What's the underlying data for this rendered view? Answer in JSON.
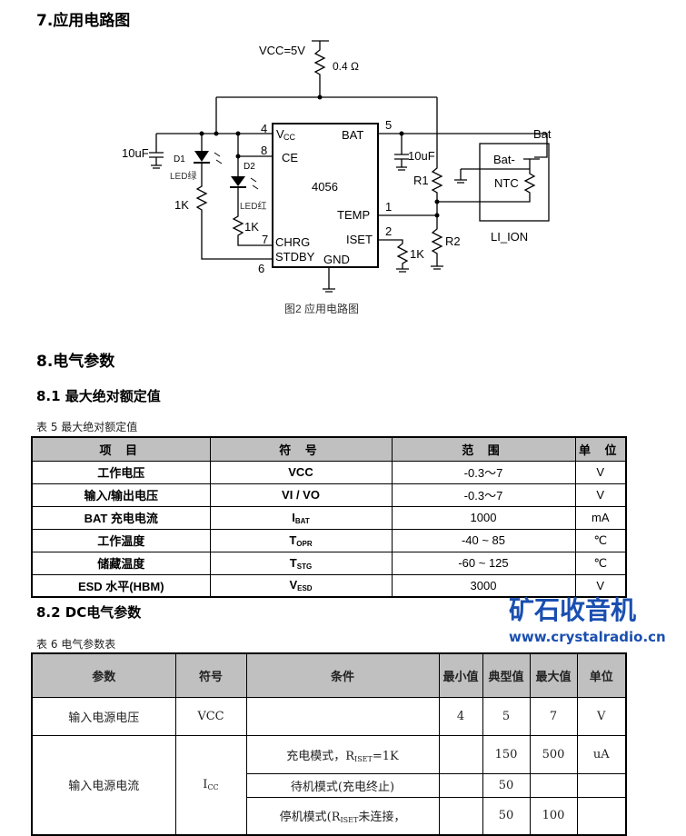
{
  "section7": {
    "title": "7.应用电路图"
  },
  "circuit": {
    "vcc": "VCC=5V",
    "r_sense": "0.4 Ω",
    "cap_in": "10uF",
    "d1": "D1",
    "d1_led": "LED绿",
    "d2": "D2",
    "d2_led": "LED红",
    "r_d1": "1K",
    "r_d2": "1K",
    "r_iset": "1K",
    "pin4": "4",
    "pin8": "8",
    "pin7": "7",
    "pin6": "6",
    "pin5": "5",
    "pin1": "1",
    "pin2": "2",
    "vcc_pin": "V",
    "vcc_sub": "CC",
    "ce": "CE",
    "chrg": "CHRG",
    "stdby": "STDBY",
    "gnd": "GND",
    "bat": "BAT",
    "temp": "TEMP",
    "iset": "ISET",
    "chip": "4056",
    "cap_out": "10uF",
    "r1": "R1",
    "r2": "R2",
    "bat_plus": "Bat",
    "bat_minus": "Bat-",
    "ntc": "NTC",
    "li_ion": "LI_ION",
    "caption": "图2  应用电路图"
  },
  "section8": {
    "title": "8.电气参数"
  },
  "section81": {
    "title": "8.1   最大绝对额定值",
    "table_caption": "表 5 最大绝对额定值",
    "headers": [
      "项 目",
      "符 号",
      "范 围",
      "单 位"
    ],
    "rows": [
      {
        "item": "工作电压",
        "sym": "VCC",
        "sub": "",
        "range": "-0.3～7",
        "unit": "V"
      },
      {
        "item": "输入/输出电压",
        "sym": "VI / VO",
        "sub": "",
        "range": "-0.3～7",
        "unit": "V"
      },
      {
        "item": "BAT 充电电流",
        "sym": "I",
        "sub": "BAT",
        "range": "1000",
        "unit": "mA"
      },
      {
        "item": "工作温度",
        "sym": "T",
        "sub": "OPR",
        "range": "-40 ~ 85",
        "unit": "℃"
      },
      {
        "item": "储藏温度",
        "sym": "T",
        "sub": "STG",
        "range": "-60 ~ 125",
        "unit": "℃"
      },
      {
        "item": "ESD 水平(HBM)",
        "sym": "V",
        "sub": "ESD",
        "range": "3000",
        "unit": "V"
      }
    ]
  },
  "section82": {
    "title": "8.2   DC电气参数",
    "table_caption": "表 6 电气参数表",
    "headers": [
      "参数",
      "符号",
      "条件",
      "最小值",
      "典型值",
      "最大值",
      "单位"
    ],
    "row1": {
      "param": "输入电源电压",
      "sym": "VCC",
      "cond": "",
      "min": "4",
      "typ": "5",
      "max": "7",
      "unit": "V"
    },
    "row2": {
      "param": "输入电源电流",
      "sym": "I",
      "sub": "CC",
      "sub_rows": [
        {
          "cond_a": "充电模式，R",
          "cond_sub": "ISET",
          "cond_b": "=1K",
          "min": "",
          "typ": "150",
          "max": "500",
          "unit": "uA"
        },
        {
          "cond_a": "待机模式(充电终止)",
          "cond_sub": "",
          "cond_b": "",
          "min": "",
          "typ": "50",
          "max": "",
          "unit": ""
        },
        {
          "cond_a": "停机模式(R",
          "cond_sub": "ISET",
          "cond_b": "未连接，",
          "min": "",
          "typ": "50",
          "max": "100",
          "unit": ""
        }
      ]
    }
  },
  "watermark": {
    "name": "矿石收音机",
    "url": "www.crystalradio.cn"
  }
}
